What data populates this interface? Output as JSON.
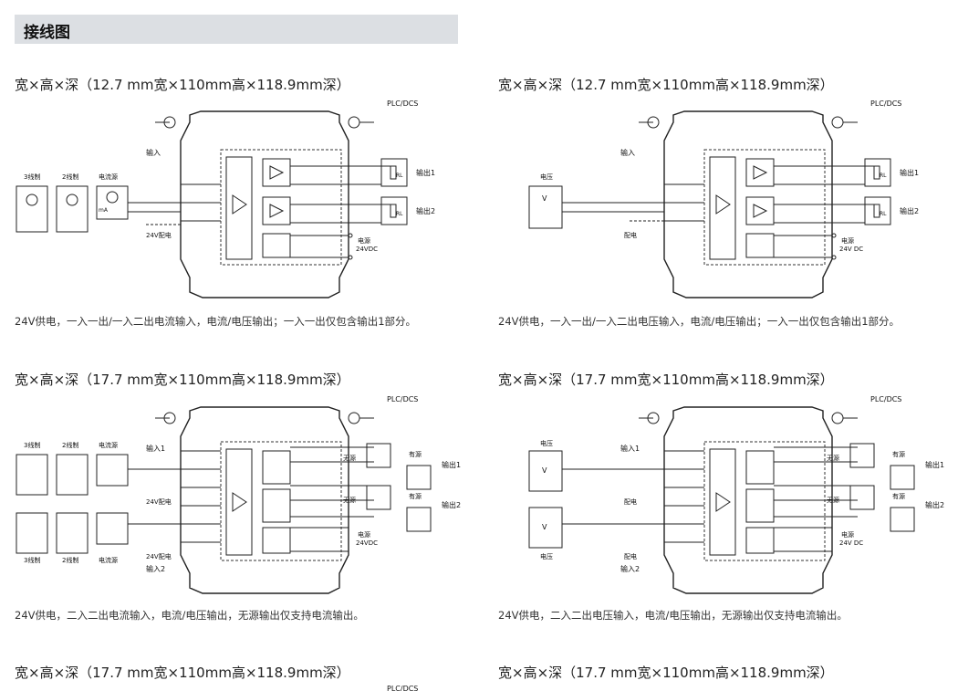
{
  "header": {
    "title": "接线图"
  },
  "sections": [
    {
      "dims": "宽×高×深（12.7 mm宽×110mm高×118.9mm深）",
      "caption": "24V供电，一入一出/一入二出电流输入，电流/电压输出；一入一出仅包含输出1部分。"
    },
    {
      "dims": "宽×高×深（12.7 mm宽×110mm高×118.9mm深）",
      "caption": "24V供电，一入一出/一入二出电压输入，电流/电压输出；一入一出仅包含输出1部分。"
    },
    {
      "dims": "宽×高×深（17.7 mm宽×110mm高×118.9mm深）",
      "caption": "24V供电，二入二出电流输入，电流/电压输出，无源输出仅支持电流输出。"
    },
    {
      "dims": "宽×高×深（17.7 mm宽×110mm高×118.9mm深）",
      "caption": "24V供电，二入二出电压输入，电流/电压输出，无源输出仅支持电流输出。"
    },
    {
      "dims": "宽×高×深（17.7 mm宽×110mm高×118.9mm深）"
    },
    {
      "dims": "宽×高×深（17.7 mm宽×110mm高×118.9mm深）"
    }
  ],
  "labels": {
    "plc": "PLC/DCS",
    "input": "输入",
    "input1": "输入1",
    "input2": "输入2",
    "out1": "输出1",
    "out2": "输出2",
    "wire3": "3线制",
    "wire2": "2线制",
    "current_src": "电流源",
    "feed24": "24V配电",
    "feed": "配电",
    "voltage": "电压",
    "power": "电源",
    "v24dc": "24VDC",
    "v24dc_b": "24V DC",
    "active": "有源",
    "passive": "无源",
    "rl": "RL",
    "ma": "mA",
    "v": "V"
  }
}
